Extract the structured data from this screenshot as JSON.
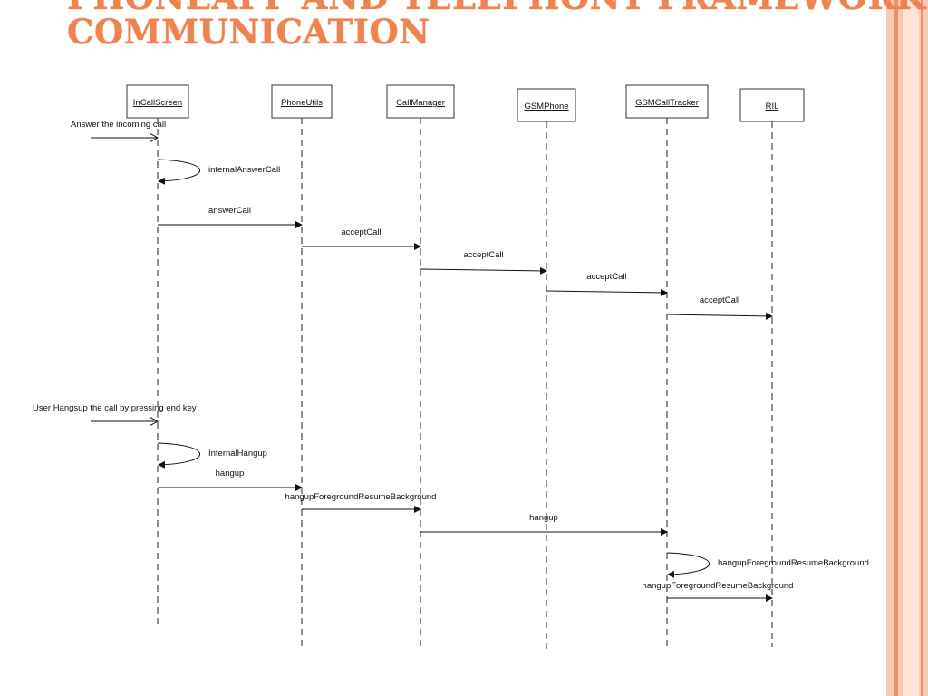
{
  "slide": {
    "title_line1": "PHONEAPP AND TELEPHONY FRAMEWORK",
    "title_line2": "COMMUNICATION",
    "accent_color": "#f08250",
    "border_colors": [
      "#f4b899",
      "#e8916a",
      "#fde4d6"
    ]
  },
  "diagram": {
    "participants": [
      "InCallScreen",
      "PhoneUtils",
      "CallManager",
      "GSMPhone",
      "GSMCallTracker",
      "RIL"
    ],
    "messages": [
      {
        "label": "Answer the incoming call",
        "kind": "found",
        "to": "InCallScreen"
      },
      {
        "label": "internalAnswerCall",
        "kind": "self",
        "on": "InCallScreen"
      },
      {
        "label": "answerCall",
        "kind": "call",
        "from": "InCallScreen",
        "to": "PhoneUtils"
      },
      {
        "label": "acceptCall",
        "kind": "call",
        "from": "PhoneUtils",
        "to": "CallManager"
      },
      {
        "label": "acceptCall",
        "kind": "call",
        "from": "CallManager",
        "to": "GSMPhone"
      },
      {
        "label": "acceptCall",
        "kind": "call",
        "from": "GSMPhone",
        "to": "GSMCallTracker"
      },
      {
        "label": "acceptCall",
        "kind": "call",
        "from": "GSMCallTracker",
        "to": "RIL"
      },
      {
        "label": "User Hangsup the call by pressing end key",
        "kind": "found",
        "to": "InCallScreen"
      },
      {
        "label": "InternalHangup",
        "kind": "self",
        "on": "InCallScreen"
      },
      {
        "label": "hangup",
        "kind": "call",
        "from": "InCallScreen",
        "to": "PhoneUtils"
      },
      {
        "label": "hangupForegroundResumeBackground",
        "kind": "call",
        "from": "PhoneUtils",
        "to": "CallManager"
      },
      {
        "label": "hangup",
        "kind": "call",
        "from": "CallManager",
        "to": "GSMCallTracker"
      },
      {
        "label": "hangupForegroundResumeBackground",
        "kind": "self",
        "on": "GSMCallTracker"
      },
      {
        "label": "hangupForegroundResumeBackground",
        "kind": "call",
        "from": "GSMCallTracker",
        "to": "RIL"
      }
    ]
  }
}
